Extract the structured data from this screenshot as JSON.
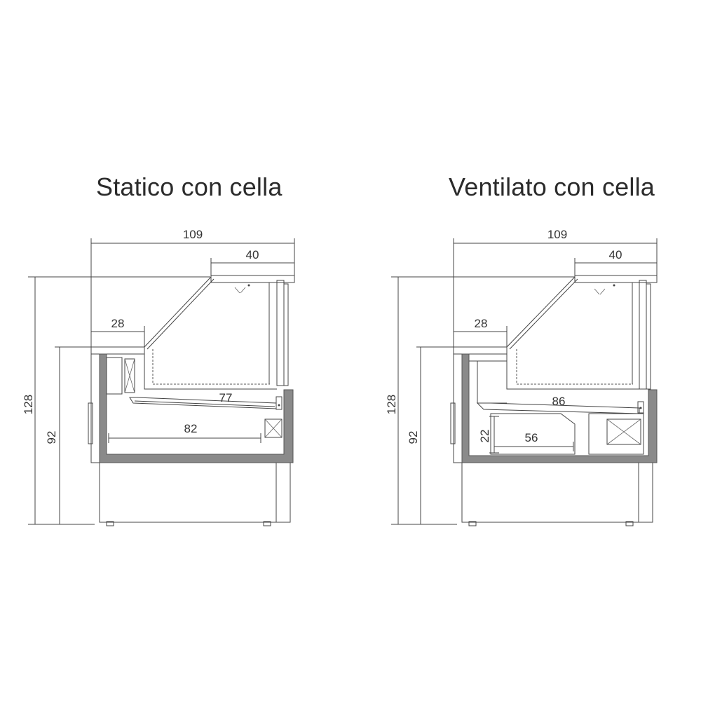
{
  "diagrams": [
    {
      "title": "Statico con cella",
      "dims": {
        "total_width": "109",
        "top_width": "40",
        "shelf_depth": "28",
        "total_height": "128",
        "counter_height": "92",
        "display_depth": "77",
        "cell_depth": "82"
      }
    },
    {
      "title": "Ventilato con cella",
      "dims": {
        "total_width": "109",
        "top_width": "40",
        "shelf_depth": "28",
        "total_height": "128",
        "counter_height": "92",
        "display_depth": "86",
        "cell_height": "22",
        "cell_depth": "56"
      }
    }
  ]
}
